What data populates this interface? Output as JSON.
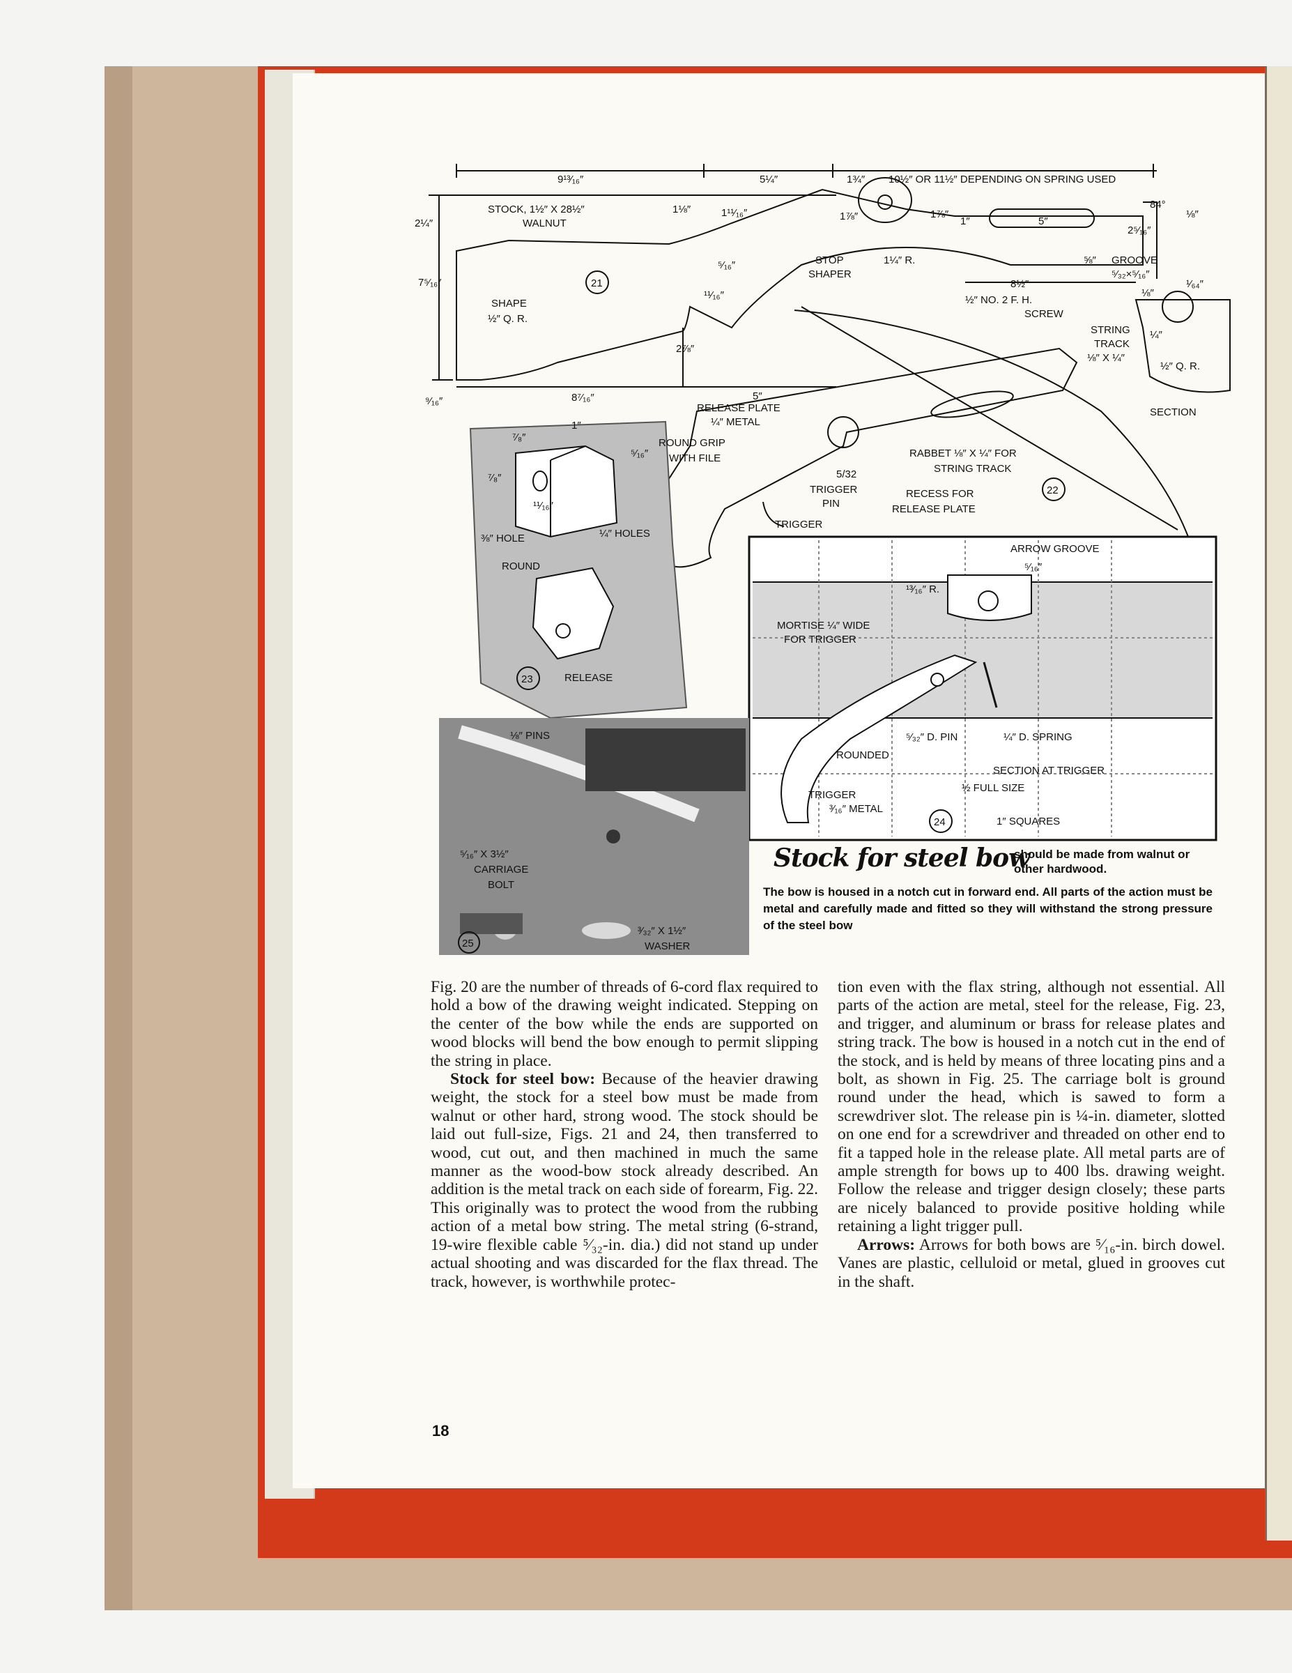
{
  "figures": {
    "fig21": {
      "number": "21",
      "labels": {
        "dim_top_left": "9¹³⁄₁₆″",
        "dim_top_mid": "5¼″",
        "dim_top_right": "1¾″",
        "dim_top_long": "10½″ OR 11½″ DEPENDING ON SPRING USED",
        "stock": "STOCK, 1½″ X 28½″",
        "walnut": "WALNUT",
        "dim_height_left": "2¼″",
        "dim_side": "7⁵⁄₁₆″",
        "shape": "SHAPE",
        "shape_qr": "½″ Q. R.",
        "dim_1_8": "1⅛″",
        "dim_11_16": "1¹¹⁄₁₆″",
        "dim_5_16": "⁵⁄₁₆″",
        "dim_11_16b": "¹¹⁄₁₆″",
        "dim_2_7_8": "2⅞″",
        "dim_9_16": "⁹⁄₁₆″",
        "dim_8_7_16": "8⁷⁄₁₆″",
        "dim_5": "5″",
        "stop": "STOP",
        "shaper": "SHAPER",
        "dim_1_7_8": "1⅞″",
        "dim_1_4r": "1¼″ R.",
        "dim_1_7_8b": "1⅞″",
        "dim_1": "1″",
        "dim_5b": "5″",
        "dim_84": "84°",
        "dim_2_5_16": "2⁵⁄₁₆″",
        "dim_1_8b": "⅛″",
        "dim_5_8": "⅝″",
        "groove": "GROOVE",
        "groove_size": "⁵⁄₃₂×⁵⁄₁₆″",
        "dim_8_1_2": "8½″",
        "screw": "½″ NO. 2 F. H.",
        "screw2": "SCREW",
        "dim_1_64": "¹⁄₆₄″",
        "dim_1_8c": "⅛″",
        "string_track": "STRING",
        "string_track2": "TRACK",
        "string_track3": "⅛″ X ¼″",
        "dim_1_4": "¼″",
        "qr": "½″ Q. R.",
        "section": "SECTION"
      }
    },
    "fig22": {
      "number": "22",
      "labels": {
        "release_plate": "RELEASE PLATE",
        "release_plate2": "¼″ METAL",
        "round_grip": "ROUND GRIP",
        "round_grip2": "WITH FILE",
        "rabbet": "RABBET ⅛″ X ¼″ FOR",
        "rabbet2": "STRING TRACK",
        "trigger_pin_size": "5/32",
        "trigger_pin": "TRIGGER",
        "trigger_pin2": "PIN",
        "recess": "RECESS FOR",
        "recess2": "RELEASE PLATE",
        "trigger": "TRIGGER"
      }
    },
    "fig23": {
      "number": "23",
      "labels": {
        "d_7_8a": "⁷⁄₈″",
        "d_1": "1″",
        "d_5_16": "⁵⁄₁₆″",
        "d_7_8b": "⁷⁄₈″",
        "d_11_16": "¹¹⁄₁₆″",
        "hole": "⅜″ HOLE",
        "holes": "¼″ HOLES",
        "round": "ROUND",
        "release": "RELEASE"
      }
    },
    "fig24": {
      "number": "24",
      "labels": {
        "arrow_groove": "ARROW GROOVE",
        "arrow_groove_size": "⁵⁄₁₆″",
        "radius": "¹³⁄₁₆″ R.",
        "mortise": "MORTISE ¼″ WIDE",
        "mortise2": "FOR TRIGGER",
        "pin": "⁵⁄₃₂″ D. PIN",
        "spring": "¼″ D. SPRING",
        "rounded": "ROUNDED",
        "section": "SECTION AT TRIGGER",
        "size": "½ FULL SIZE",
        "trigger": "TRIGGER",
        "trigger2": "³⁄₁₆″ METAL",
        "squares": "1″ SQUARES"
      }
    },
    "fig25": {
      "number": "25",
      "labels": {
        "pins": "⅛″ PINS",
        "bolt": "⁵⁄₁₆″ X 3½″",
        "bolt2": "CARRIAGE",
        "bolt3": "BOLT",
        "washer": "³⁄₃₂″ X 1½″",
        "washer2": "WASHER"
      }
    }
  },
  "caption": {
    "title": "Stock for steel bow",
    "lead": "should be made from walnut or other hardwood.",
    "body": "The bow is housed in a notch cut in forward end. All parts of the action must be metal and carefully made and fitted so they will withstand the strong pressure of the steel bow"
  },
  "article": {
    "left_p1": "Fig. 20 are the number of threads of 6-cord flax required to hold a bow of the drawing weight indicated. Stepping on the center of the bow while the ends are supported on wood blocks will bend the bow enough to permit slipping the string in place.",
    "left_p2_head": "Stock for steel bow:",
    "left_p2": "Because of the heavier drawing weight, the stock for a steel bow must be made from walnut or other hard, strong wood. The stock should be laid out full-size, Figs. 21 and 24, then transferred to wood, cut out, and then machined in much the same manner as the wood-bow stock already described. An addition is the metal track on each side of forearm, Fig. 22. This originally was to protect the wood from the rubbing action of a metal bow string. The metal string (6-strand, 19-wire flexible cable ⁵⁄₃₂-in. dia.) did not stand up under actual shooting and was discarded for the flax thread. The track, however, is worthwhile protec-",
    "right_p1": "tion even with the flax string, although not essential. All parts of the action are metal, steel for the release, Fig. 23, and trigger, and aluminum or brass for release plates and string track. The bow is housed in a notch cut in the end of the stock, and is held by means of three locating pins and a bolt, as shown in Fig. 25. The carriage bolt is ground round under the head, which is sawed to form a screwdriver slot. The release pin is ¼-in. diameter, slotted on one end for a screwdriver and threaded on other end to fit a tapped hole in the release plate. All metal parts are of ample strength for bows up to 400 lbs. drawing weight. Follow the release and trigger design closely; these parts are nicely balanced to provide positive holding while retaining a light trigger pull.",
    "right_p2_head": "Arrows:",
    "right_p2": "Arrows for both bows are ⁵⁄₁₆-in. birch dowel. Vanes are plastic, celluloid or metal, glued in grooves cut in the shaft."
  },
  "page_number": "18",
  "colors": {
    "paper": "#fbfaf4",
    "bag": "#cdb69b",
    "cover": "#d23a1a",
    "ink": "#111111",
    "photo_gray": "#8c8c8c"
  }
}
